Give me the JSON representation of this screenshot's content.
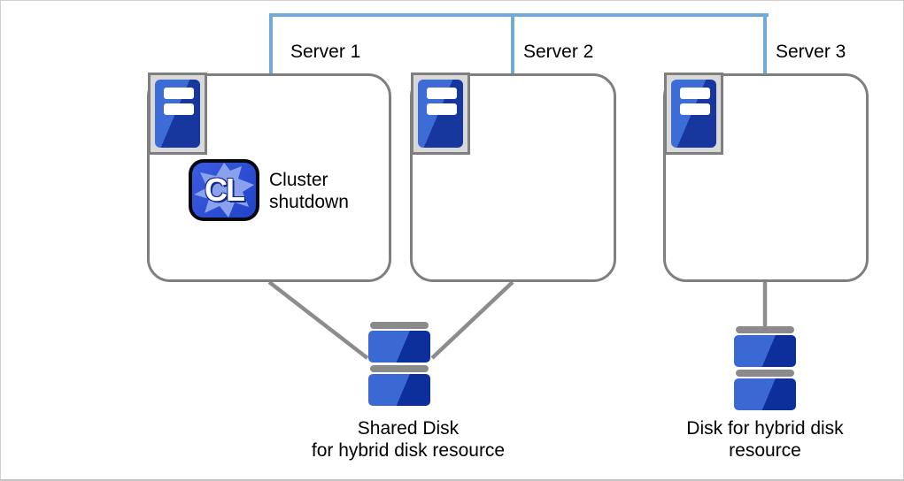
{
  "colors": {
    "network_blue": "#70a9dc",
    "connector_gray": "#8c8c8c",
    "box_border_gray": "#7f7f7f",
    "icon_frame_gray": "#d9d9d9",
    "bar_gray": "#8a8a8a",
    "disk_blue_light": "#3b69d4",
    "disk_blue_dark": "#0d2f9c",
    "tower_blue_light": "#3e6cd6",
    "tower_blue_dark": "#17379e",
    "badge_blue": "#2e50d6",
    "badge_burst_blue": "#8aa2ee",
    "text_black": "#000000"
  },
  "icons": {
    "server_tower": "blue tower server with two white slots in gray frame",
    "cluster_badge": "blue rounded square with gear burst and CL letters",
    "disk": "two stacked blue platters with gray caps"
  },
  "servers": [
    {
      "label": "Server 1"
    },
    {
      "label": "Server 2"
    },
    {
      "label": "Server 3"
    }
  ],
  "cluster_action": {
    "badge_text": "CL",
    "caption": [
      "Cluster",
      "shutdown"
    ]
  },
  "disks": [
    {
      "name": "shared-disk",
      "label_lines": [
        "Shared Disk",
        "for hybrid disk resource"
      ]
    },
    {
      "name": "hybrid-disk",
      "label_lines": [
        "Disk for hybrid disk",
        "resource"
      ]
    }
  ]
}
